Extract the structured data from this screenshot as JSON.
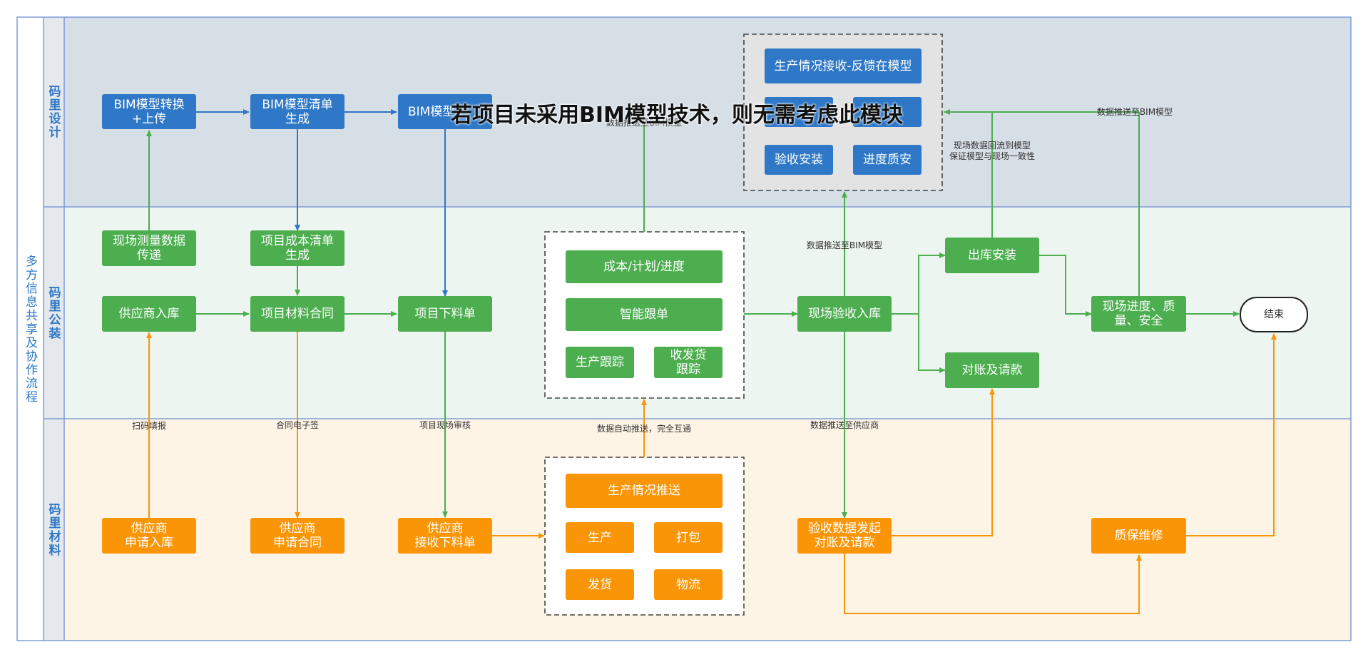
{
  "banner": "若项目未采用BIM模型技术，则无需考虑此模块",
  "sidebar_title": "多方信息共享及协作流程",
  "lanes": {
    "design": "码里设计",
    "install": "码里公装",
    "material": "码里材料"
  },
  "nodes": {
    "bim_convert": "BIM模型转换\n+上传",
    "bim_list": "BIM模型清单\n生成",
    "bim_third": "BIM模型",
    "feedback": "生产情况接收-反馈在模型",
    "hidden_left": "",
    "hidden_right": "",
    "accept_install": "验收安装",
    "progress_quality": "进度质安",
    "survey": "现场测量数据\n传递",
    "cost_list": "项目成本清单\n生成",
    "supplier_in": "供应商入库",
    "material_contract": "项目材料合同",
    "order": "项目下料单",
    "cost_plan": "成本/计划/进度",
    "smart_track": "智能跟单",
    "prod_track": "生产跟踪",
    "ship_track": "收发货\n跟踪",
    "site_accept": "现场验收入库",
    "outbound": "出库安装",
    "reconcile": "对账及请款",
    "site_progress": "现场进度、质\n量、安全",
    "end": "结束",
    "supplier_apply": "供应商\n申请入库",
    "supplier_contract": "供应商\n申请合同",
    "supplier_receive": "供应商\n接收下料单",
    "prod_push": "生产情况推送",
    "produce": "生产",
    "pack": "打包",
    "ship": "发货",
    "logistics": "物流",
    "accept_data": "验收数据发起\n对账及请款",
    "warranty": "质保维修"
  },
  "edge_labels": {
    "push_bim_top": "数据推送至BIM模型",
    "push_bim_mid": "数据推送至BIM模型",
    "push_bim_right": "数据推送至BIM模型",
    "flow_back": "现场数据回流到模型\n保证模型与现场一致性",
    "scan_report": "扫码填报",
    "e_sign": "合同电子签",
    "site_review": "项目现场审核",
    "auto_push": "数据自动推送，完全互通",
    "push_supplier": "数据推送至供应商"
  },
  "colors": {
    "blue": "#2e78c7",
    "green": "#4cae4f",
    "orange": "#fb9508",
    "lane_design_bg": "#d6dee6",
    "lane_install_bg": "#ecf5ef",
    "lane_material_bg": "#fdf4e6",
    "border": "#6b8fd4"
  }
}
